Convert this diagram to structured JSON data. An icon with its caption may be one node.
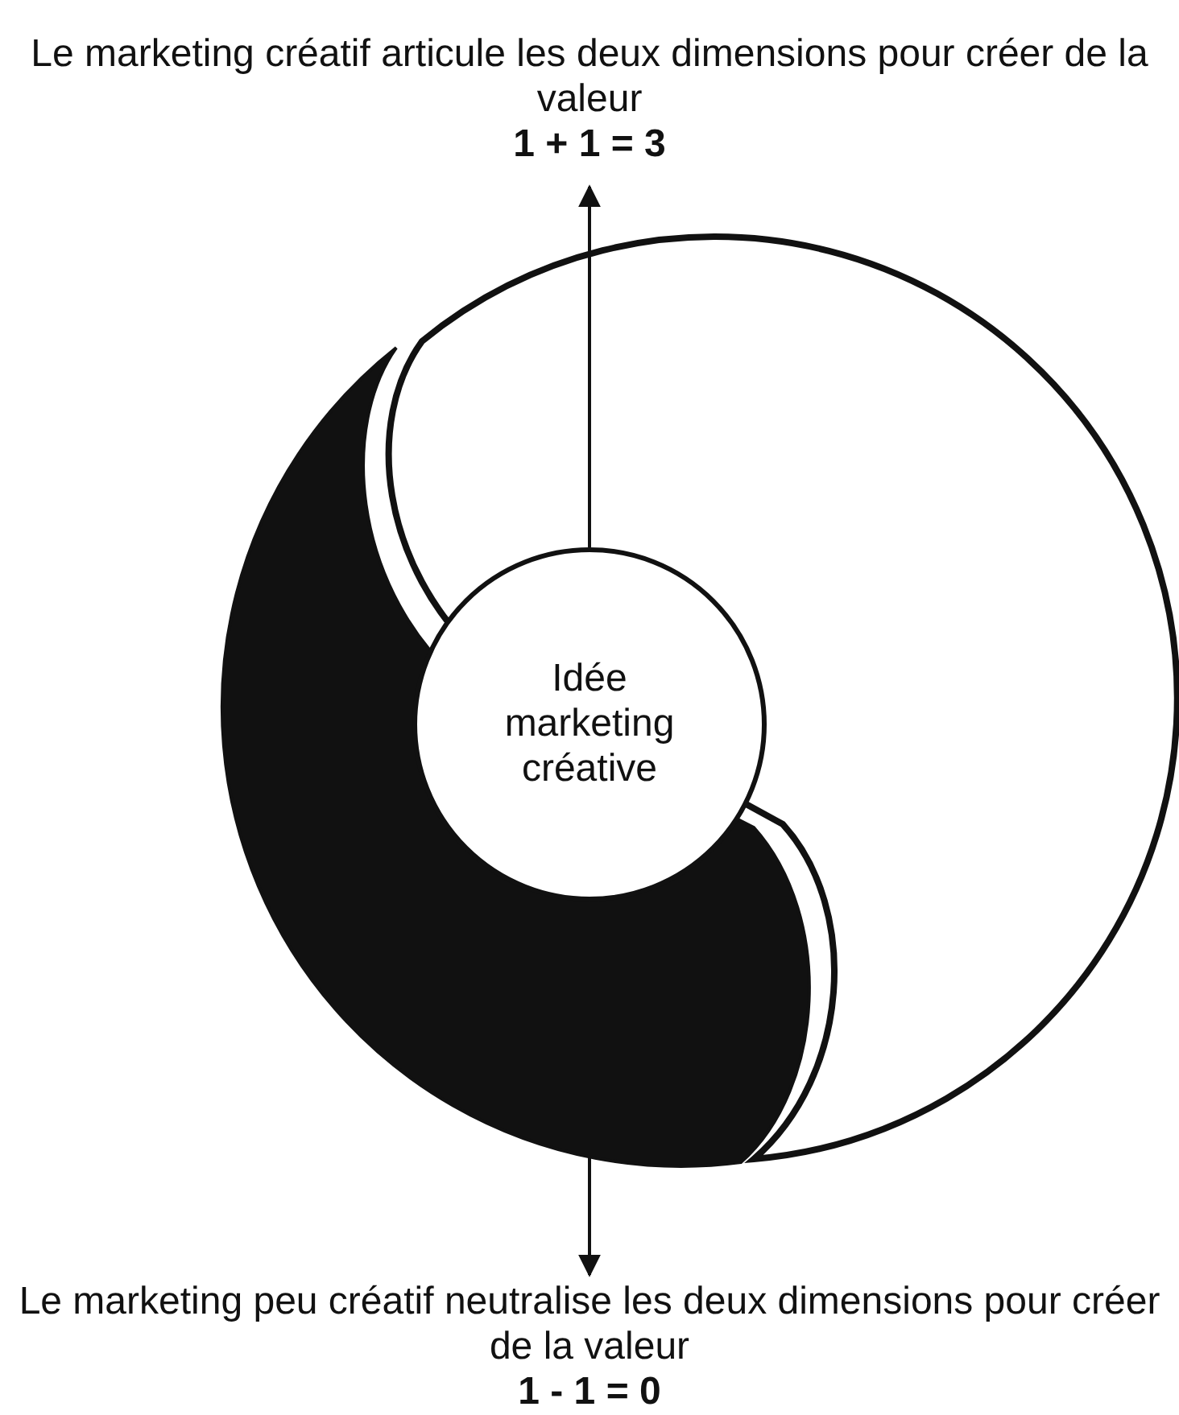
{
  "diagram": {
    "nodes": [
      {
        "text": [
          "Le marketing créatif articule les deux dimensions pour créer de la valeur",
          "1 + 1 = 3"
        ]
      },
      {
        "text": [
          "Idée marketing créative"
        ]
      },
      {
        "text": [
          "Le marketing peu créatif neutralise les deux dimensions pour créer de la valeur",
          "1 - 1 = 0"
        ]
      }
    ],
    "edges": [
      {
        "from": 1,
        "to": 0,
        "arrow": "to"
      },
      {
        "from": 1,
        "to": 2,
        "arrow": "to"
      }
    ]
  }
}
